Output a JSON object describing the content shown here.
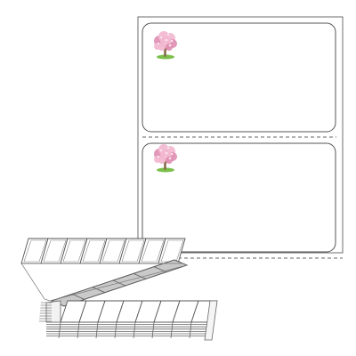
{
  "product": {
    "labels_on_sheet": 2,
    "label_shape": "rounded-rectangle",
    "icon": "cherry-blossom-tree-icon",
    "perforation": "dashed",
    "fanfold_stack": true
  },
  "colors": {
    "sheet_border": "#6e6e6e",
    "label_border": "#555555",
    "perforation": "#666666",
    "blossom_pink": "#f2b8cf",
    "blossom_dark": "#e08fb2",
    "trunk": "#8a6a4a",
    "grass": "#7bbf4b",
    "fold_shade": "#c9c9c9",
    "reflection": "#dddddd"
  }
}
